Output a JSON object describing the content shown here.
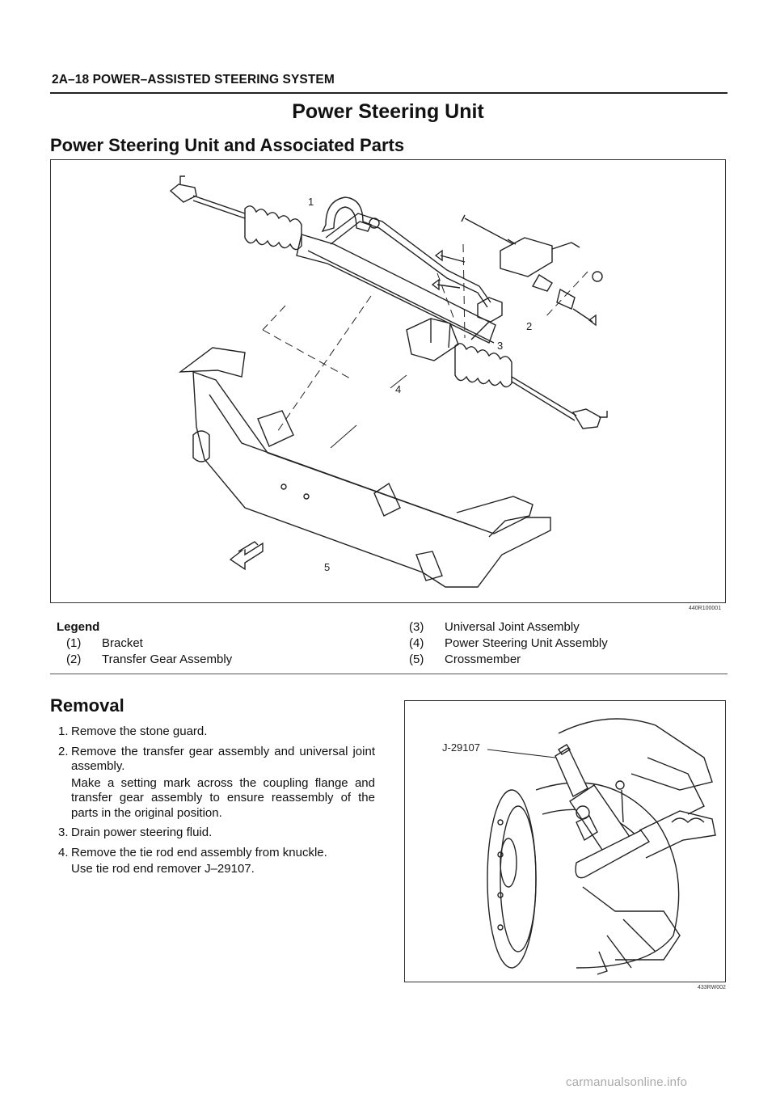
{
  "header": {
    "running_title": "2A–18 POWER–ASSISTED STEERING SYSTEM"
  },
  "section_title": "Power Steering Unit",
  "subsection_title": "Power Steering Unit and Associated Parts",
  "figure1": {
    "figure_id": "440R100001",
    "callouts": [
      "1",
      "2",
      "3",
      "4",
      "5"
    ]
  },
  "legend": {
    "heading": "Legend",
    "items": [
      {
        "num": "(1)",
        "label": "Bracket"
      },
      {
        "num": "(2)",
        "label": "Transfer Gear Assembly"
      },
      {
        "num": "(3)",
        "label": "Universal Joint Assembly"
      },
      {
        "num": "(4)",
        "label": "Power Steering Unit Assembly"
      },
      {
        "num": "(5)",
        "label": "Crossmember"
      }
    ]
  },
  "removal": {
    "title": "Removal",
    "steps": [
      {
        "num": "1.",
        "text": "Remove the stone guard."
      },
      {
        "num": "2.",
        "text": "Remove the transfer gear assembly and universal joint assembly.",
        "note": "Make a setting mark across the coupling flange and transfer gear assembly to ensure reassembly of the parts in the original position."
      },
      {
        "num": "3.",
        "text": "Drain power steering fluid."
      },
      {
        "num": "4.",
        "text": "Remove the tie rod end assembly from knuckle.",
        "note": "Use tie rod end remover J–29107."
      }
    ]
  },
  "figure2": {
    "figure_id": "433RW002",
    "tool_label": "J-29107"
  },
  "footer": {
    "watermark": "carmanualsonline.info"
  }
}
